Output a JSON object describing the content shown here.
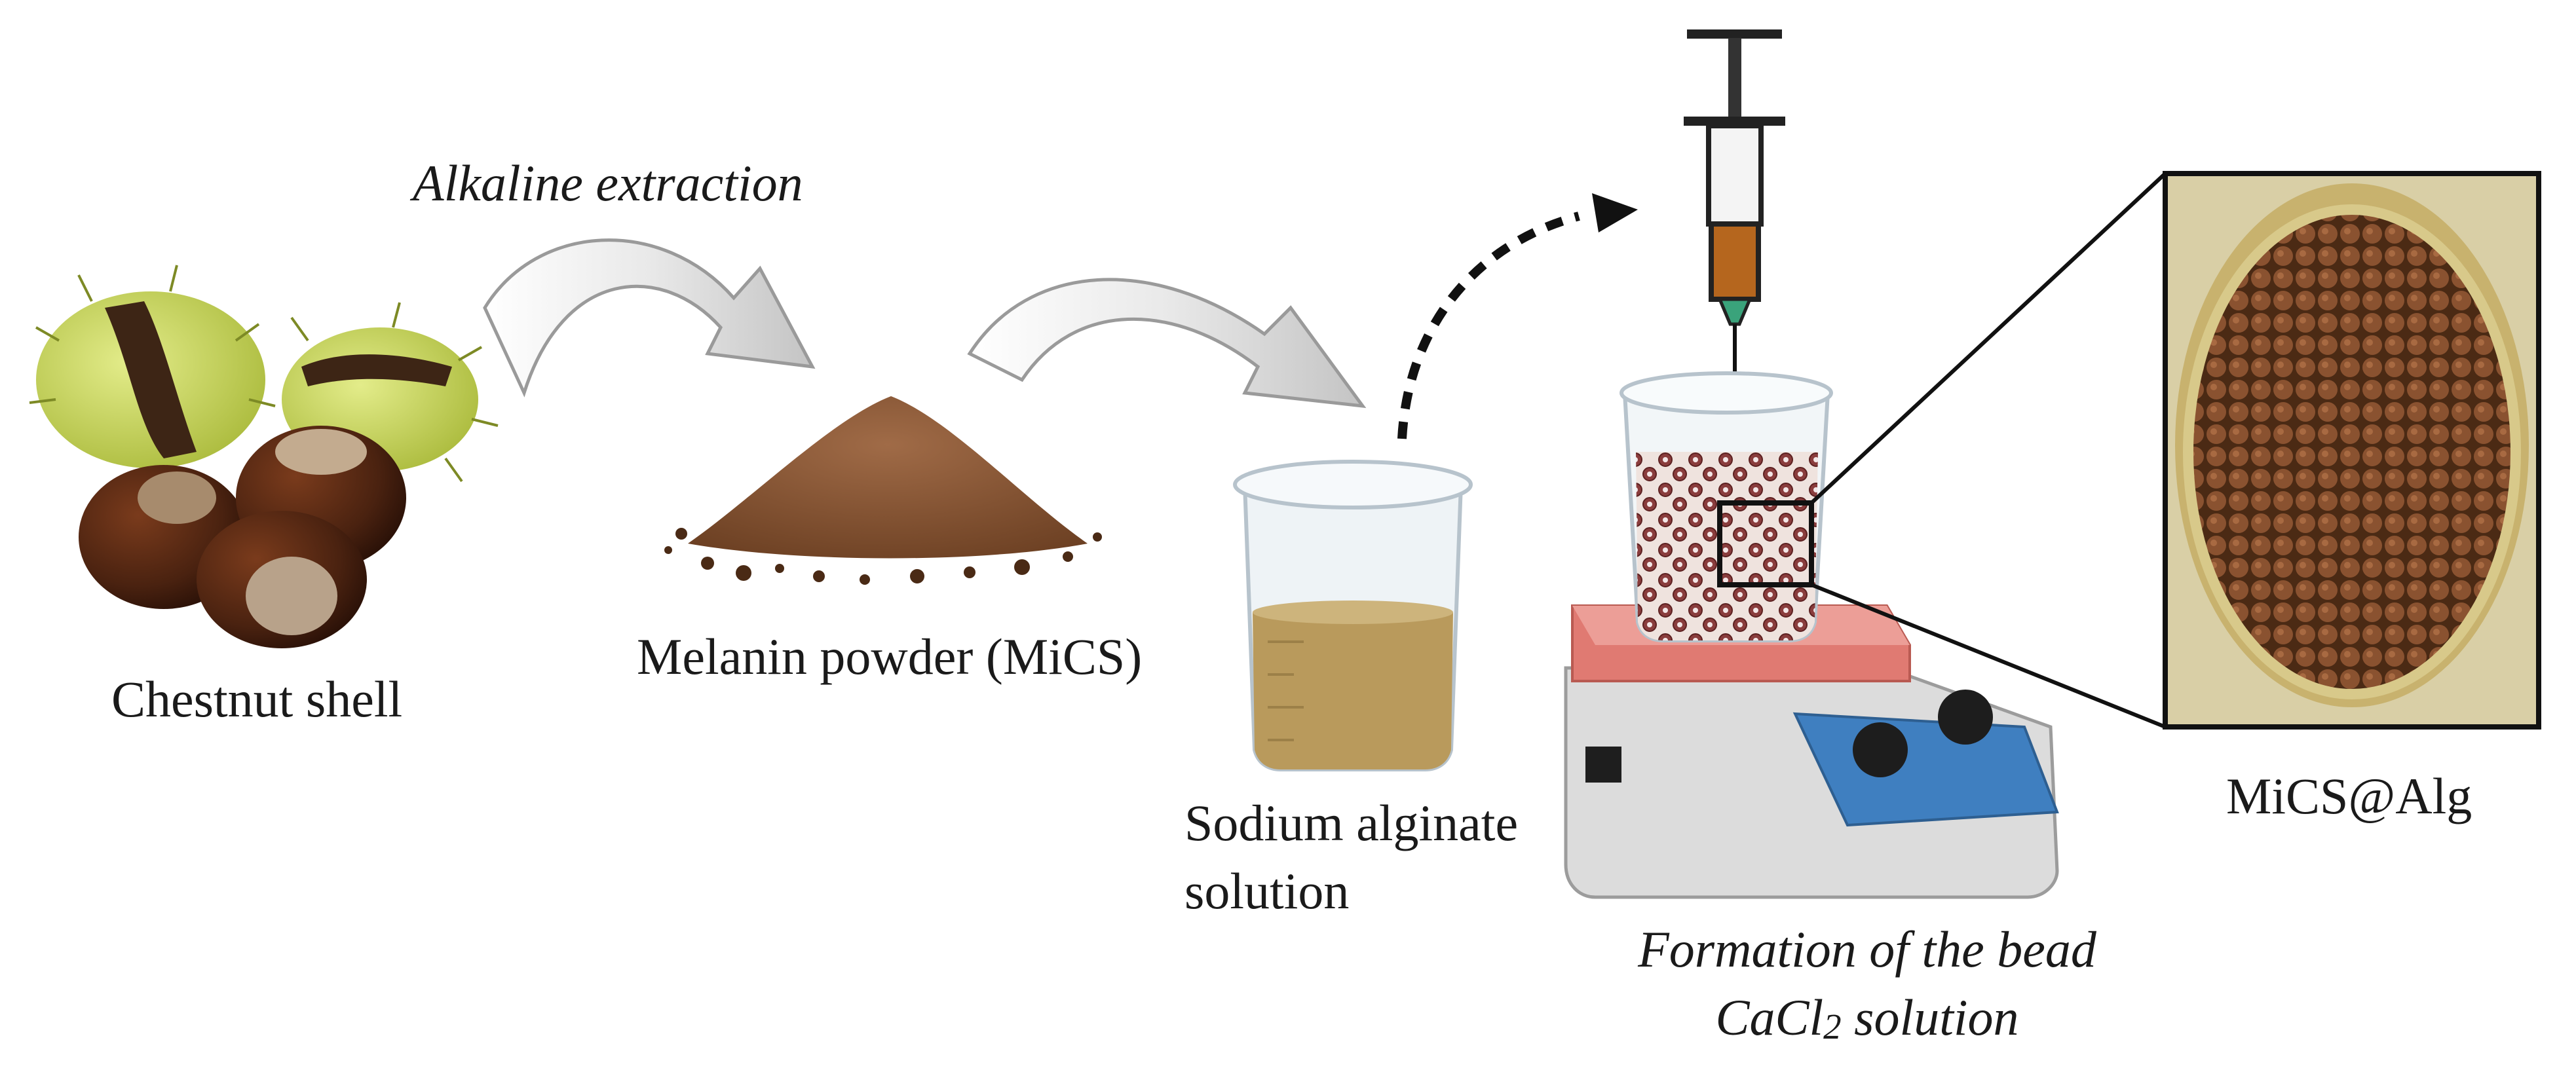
{
  "colors": {
    "shell_green": "#c4d34f",
    "nut_brown": "#4a2210",
    "powder_brown": "#8b5a3a",
    "solution_tan": "#b99a5c",
    "beaker_glass": "#e6edf2",
    "hotplate_red": "#e07a72",
    "hotplate_body": "#dcdcdc",
    "control_blue": "#3f7fc0",
    "syringe_orange": "#b5661e",
    "needle_green": "#3aa37b",
    "beads_brown": "#7a4524",
    "arrow_gray": "#bfbfbf"
  },
  "steps": {
    "step1": {
      "label": "Chestnut shell",
      "icon": "chestnut-icon"
    },
    "arrow1": {
      "label": "Alkaline extraction",
      "icon": "curved-arrow-icon"
    },
    "step2": {
      "label": "Melanin powder (MiCS)",
      "icon": "powder-pile-icon"
    },
    "arrow2": {
      "icon": "curved-arrow-icon"
    },
    "step3": {
      "label_line1": "Sodium alginate",
      "label_line2": "solution",
      "icon": "beaker-icon"
    },
    "arrow3": {
      "icon": "dotted-arrow-icon"
    },
    "step4": {
      "label_line1": "Formation of the bead",
      "label_line2_main": "CaCl",
      "label_line2_sub": "2",
      "label_line2_tail": " solution",
      "icon": "syringe-hotplate-icon"
    },
    "step5": {
      "label": "MiCS@Alg",
      "icon": "bead-photo-icon"
    }
  }
}
